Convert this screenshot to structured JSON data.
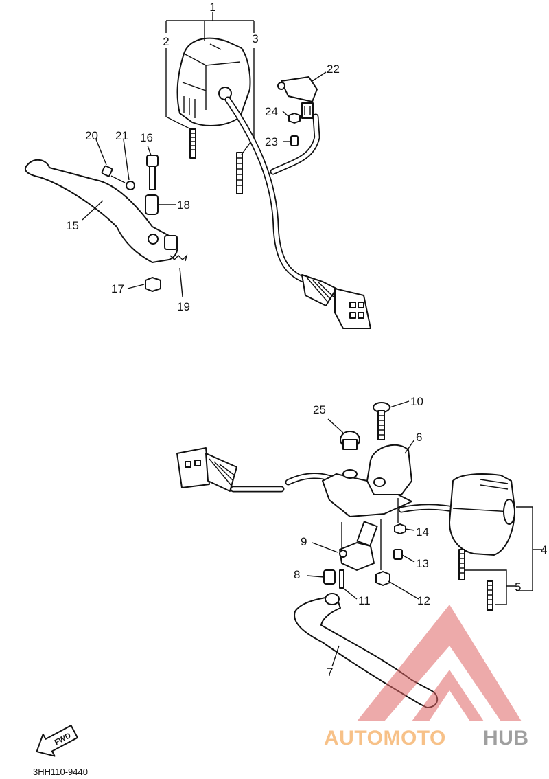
{
  "labels": {
    "l1": "1",
    "l2": "2",
    "l3": "3",
    "l4": "4",
    "l5": "5",
    "l6": "6",
    "l7": "7",
    "l8": "8",
    "l9": "9",
    "l10": "10",
    "l11": "11",
    "l12": "12",
    "l13": "13",
    "l14": "14",
    "l15": "15",
    "l16": "16",
    "l17": "17",
    "l18": "18",
    "l19": "19",
    "l20": "20",
    "l21": "21",
    "l22": "22",
    "l23": "23",
    "l24": "24",
    "l25": "25"
  },
  "arrow": {
    "text": "FWD"
  },
  "footer": {
    "code": "3HH110-9440"
  },
  "watermark": {
    "part1": "AUTOMOTO",
    "part2": "HUB",
    "color1": "#f6b26b",
    "color2": "#e06666",
    "color3": "#888888"
  }
}
